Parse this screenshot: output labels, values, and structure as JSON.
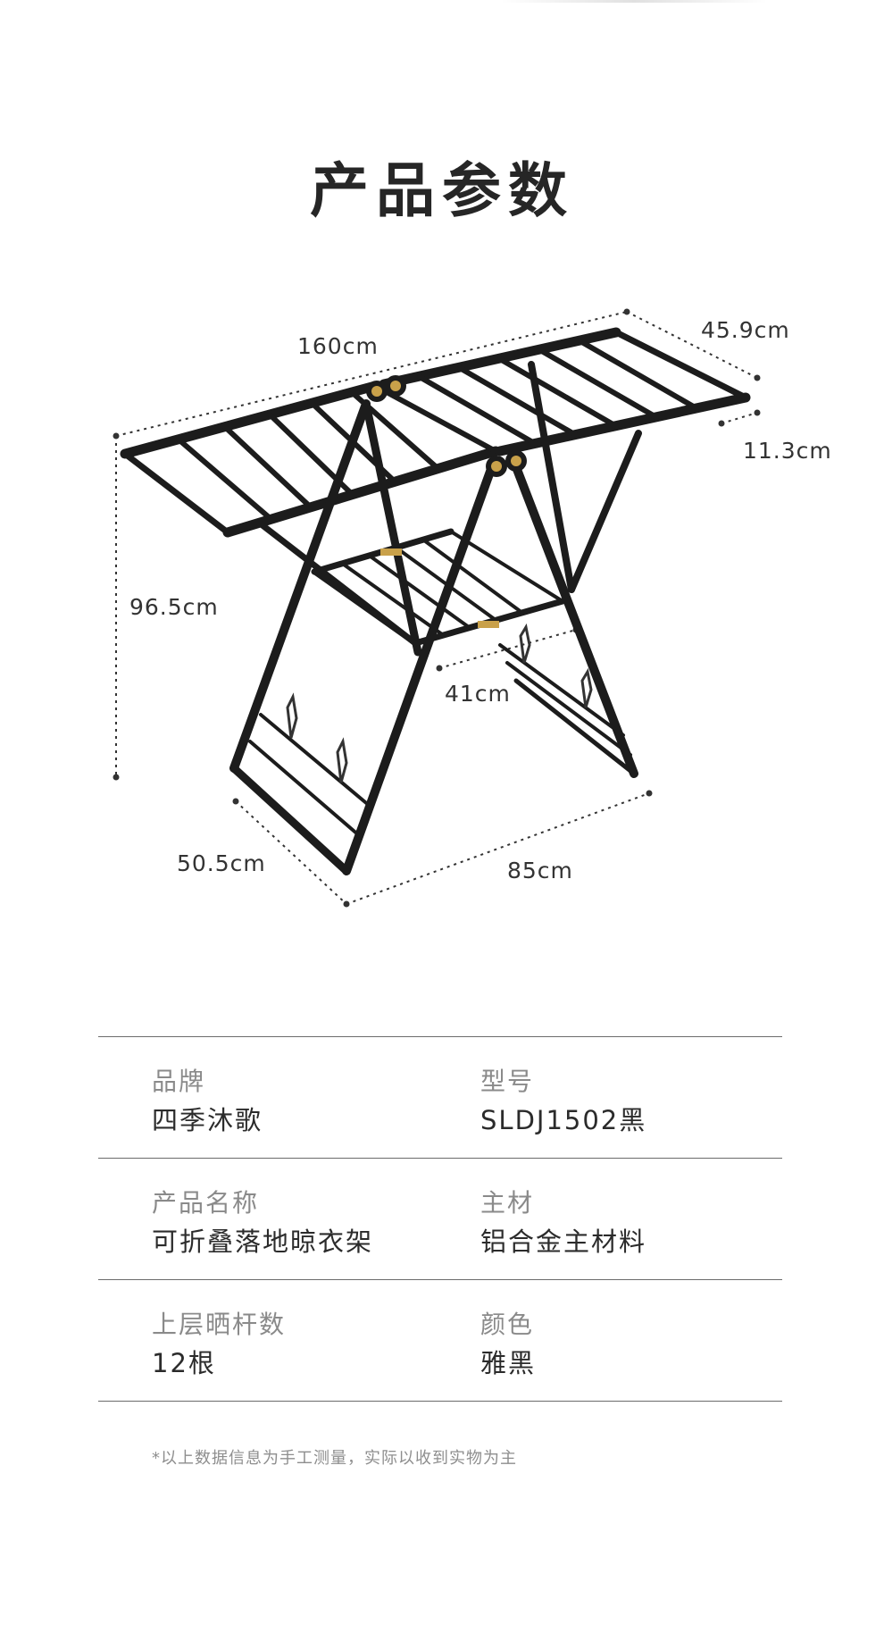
{
  "title": "产品参数",
  "dimensions": {
    "width_top": "160cm",
    "depth_top": "45.9cm",
    "side_height": "11.3cm",
    "total_height": "96.5cm",
    "inner_depth": "41cm",
    "base_depth": "50.5cm",
    "base_width": "85cm"
  },
  "specs": [
    [
      {
        "label": "品牌",
        "value": "四季沐歌"
      },
      {
        "label": "型号",
        "value": "SLDJ1502黑"
      }
    ],
    [
      {
        "label": "产品名称",
        "value": "可折叠落地晾衣架"
      },
      {
        "label": "主材",
        "value": "铝合金主材料"
      }
    ],
    [
      {
        "label": "上层晒杆数",
        "value": "12根"
      },
      {
        "label": "颜色",
        "value": "雅黑"
      }
    ]
  ],
  "footnote": "*以上数据信息为手工测量，实际以收到实物为主",
  "colors": {
    "frame": "#1c1c1c",
    "hinge_gold": "#c9a14a",
    "divider": "#6b6b6b",
    "label": "#8a8a8a",
    "value": "#2b2b2b"
  }
}
